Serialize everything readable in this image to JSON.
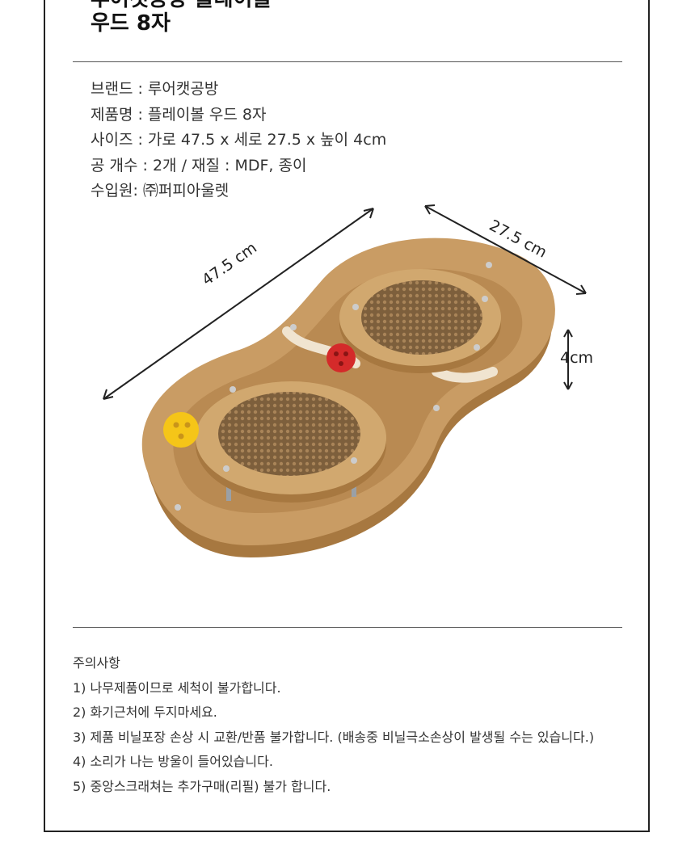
{
  "title": {
    "line1": "루어캣공방 플레이볼",
    "line2": "우드 8자"
  },
  "spec": {
    "brand": "브랜드 : 루어캣공방",
    "product_name": "제품명 : 플레이볼 우드 8자",
    "size": "사이즈 : 가로 47.5 x 세로 27.5 x 높이 4cm",
    "ball_material": "공 개수 : 2개  / 재질 : MDF, 종이",
    "importer": "수입원: ㈜퍼피아울렛"
  },
  "dimensions": {
    "width": "47.5 cm",
    "depth": "27.5 cm",
    "height": "4cm"
  },
  "notice": {
    "heading": "주의사항",
    "items": [
      "1) 나무제품이므로 세척이 불가합니다.",
      "2) 화기근처에 두지마세요.",
      "3) 제품 비닐포장 손상 시 교환/반품 불가합니다. (배송중 비닐극소손상이 발생될 수는 있습니다.)",
      "4) 소리가 나는 방울이 들어있습니다.",
      "5) 중앙스크래쳐는 추가구매(리필) 불가 합니다."
    ]
  },
  "colors": {
    "wood": "#c99c64",
    "wood_dark": "#a77840",
    "cardboard": "#8a6a44",
    "ball_yellow": "#f5c518",
    "ball_red": "#d42a2a"
  }
}
